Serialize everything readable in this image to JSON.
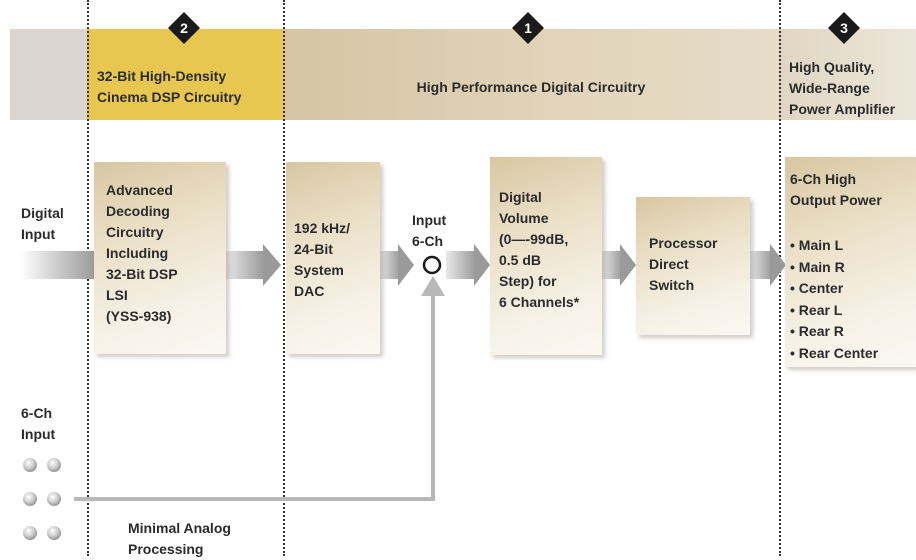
{
  "badges": {
    "dsp": "2",
    "digital": "1",
    "amp": "3"
  },
  "sections": {
    "dsp_title": [
      "32-Bit High-Density",
      "Cinema DSP Circuitry"
    ],
    "digital_title": "High Performance Digital Circuitry",
    "amp_title": [
      "High Quality,",
      "Wide-Range",
      "Power Amplifier"
    ]
  },
  "labels": {
    "digital_input": [
      "Digital",
      "Input"
    ],
    "input_6ch": [
      "Input",
      "6-Ch"
    ],
    "six_ch_input": [
      "6-Ch",
      "Input"
    ],
    "minimal_analog": [
      "Minimal Analog",
      "Processing"
    ]
  },
  "boxes": {
    "decoder": [
      "Advanced",
      "Decoding",
      "Circuitry",
      "Including",
      "32-Bit DSP",
      "LSI",
      "(YSS-938)"
    ],
    "dac": [
      "192 kHz/",
      "24-Bit",
      "System",
      "DAC"
    ],
    "volume": [
      "Digital",
      "Volume",
      "(0—-99dB,",
      "0.5 dB",
      "Step) for",
      "6 Channels*"
    ],
    "processor": [
      "Processor",
      "Direct",
      "Switch"
    ],
    "output": {
      "title": [
        "6-Ch High",
        "Output Power"
      ],
      "channels": [
        "• Main L",
        "• Main R",
        "• Center",
        "• Rear L",
        "• Rear R",
        "• Rear Center"
      ]
    }
  },
  "colors": {
    "dsp_band": "#e7c74f",
    "digital_band": "#dccdaf",
    "left_band": "#ddd5cf",
    "amp_band": "#e4dccb",
    "box_gradient_start": "#d8c6a0",
    "arrow": "#9a9a9a",
    "feedback_line": "#b8b8b8"
  }
}
